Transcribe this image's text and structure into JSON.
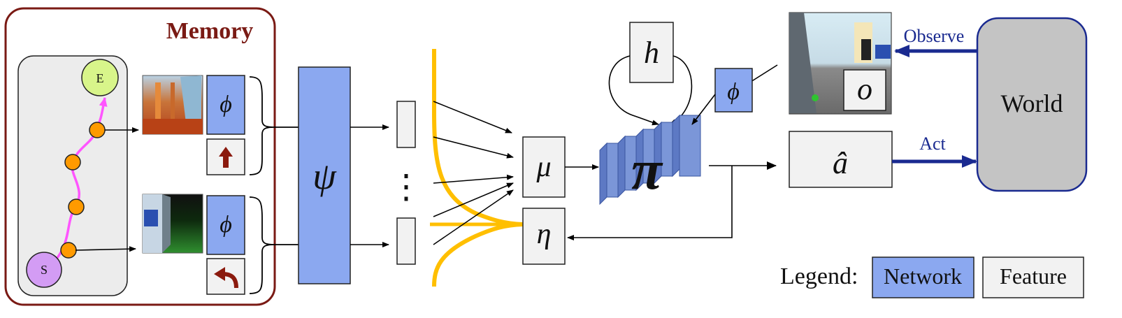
{
  "memory": {
    "title": "Memory",
    "start_label": "S",
    "end_label": "E",
    "phi_symbol": "ϕ",
    "frames": [
      {
        "action": "move-forward",
        "action_icon": "arrow-up-icon"
      },
      {
        "action": "turn-left",
        "action_icon": "turn-left-arrow-icon"
      }
    ]
  },
  "psi_symbol": "ψ",
  "attention": {
    "ellipsis": "⋮"
  },
  "mu_symbol": "μ",
  "eta_symbol": "η",
  "h_symbol": "h",
  "pi_symbol": "π",
  "phi_obs_symbol": "ϕ",
  "observation_symbol": "o",
  "action_symbol": "â",
  "world_label": "World",
  "observe_label": "Observe",
  "act_label": "Act",
  "legend": {
    "title": "Legend:",
    "network": "Network",
    "feature": "Feature"
  },
  "colors": {
    "network": "#8ba8f0",
    "feature": "#f2f2f2",
    "memory_border": "#7a1a14",
    "memory_title": "#7a1a14",
    "path": "#ff55ff",
    "node": "#ff9a00",
    "start": "#d39cf4",
    "end": "#d8f58a",
    "gaussian": "#ffbf00",
    "world": "#c4c4c4",
    "world_border": "#1a2a90",
    "act_arrow": "#1a2a90",
    "pi_stack": "#7b96d8"
  }
}
